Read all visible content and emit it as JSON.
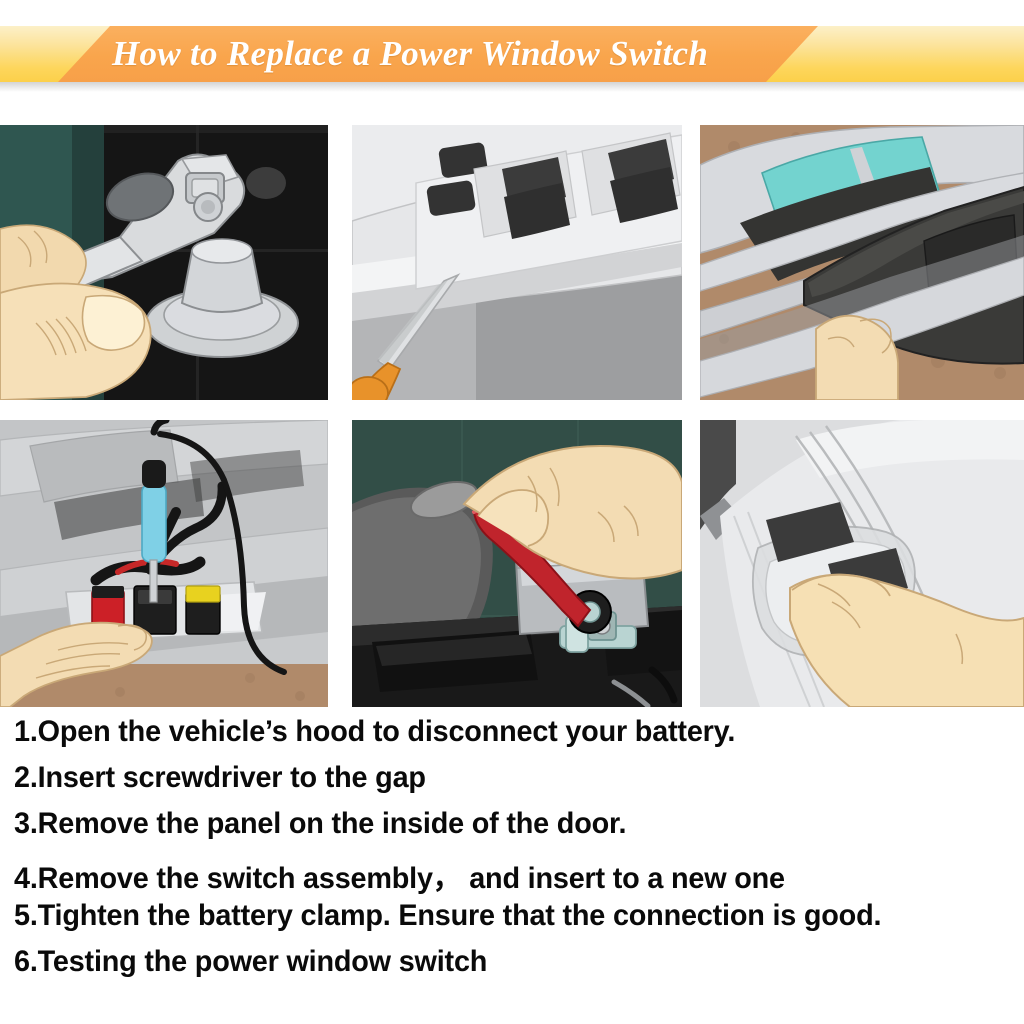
{
  "header": {
    "title": "How to Replace a Power Window Switch",
    "banner_yellow_top": "#fcf0c8",
    "banner_yellow_bottom": "#fcd04a",
    "banner_orange": "#f9a54c",
    "title_color": "#ffffff"
  },
  "panels": [
    {
      "id": "panel-1",
      "caption": "Hand holding a battery terminal clamp next to a battery post",
      "step_ref": 1,
      "colors": {
        "background": "#1d1d1d",
        "accent": "#2f5650",
        "metal": "#d9dbdd",
        "skin": "#f2d9ae"
      }
    },
    {
      "id": "panel-2",
      "caption": "Screwdriver inserted into the gap of the power window switch panel",
      "step_ref": 2,
      "colors": {
        "background": "#9a9a9a",
        "panel": "#e9eaec",
        "switch": "#373737",
        "handle": "#e8922a"
      }
    },
    {
      "id": "panel-3",
      "caption": "Removing the interior door panel from the car door",
      "step_ref": 3,
      "colors": {
        "background": "#b08a6a",
        "glass": "#73d3cf",
        "door_panel": "#3a3a38",
        "body": "#d8dade"
      }
    },
    {
      "id": "panel-4",
      "caption": "Hand holding the switch assembly with red, black and yellow connectors",
      "step_ref": 4,
      "colors": {
        "background": "#c3c5c7",
        "red_connector": "#cc2027",
        "yellow_connector": "#e8d21f",
        "tool": "#7fd0e6",
        "skin": "#f3dcb3"
      }
    },
    {
      "id": "panel-5",
      "caption": "Hand tightening the battery clamp with a red handled wrench",
      "step_ref": 5,
      "colors": {
        "background": "#35504a",
        "wrench": "#c0242c",
        "battery": "#1e1e1e",
        "skin": "#f3dcb3"
      }
    },
    {
      "id": "panel-6",
      "caption": "Finger pressing the black rocker window switch to test it",
      "step_ref": 6,
      "colors": {
        "background": "#dcdddf",
        "panel": "#f2f3f4",
        "switch": "#3b3b3b",
        "skin": "#f6e0b4"
      }
    }
  ],
  "steps": [
    {
      "number": "1.",
      "text": "Open the vehicle’s hood to disconnect your battery."
    },
    {
      "number": "2.",
      "text": "Insert screwdriver to the gap"
    },
    {
      "number": "3.",
      "text": "Remove the panel on the inside of the door."
    },
    {
      "number": "4.",
      "text": "Remove the switch assembly，  and insert to a new one"
    },
    {
      "number": "5.",
      "text": "Tighten the battery clamp. Ensure that the connection is good."
    },
    {
      "number": "6.",
      "text": "Testing the power window switch"
    }
  ],
  "steps_full": [
    "1.Open the vehicle’s hood to disconnect your battery.",
    "2.Insert screwdriver to the gap",
    "3.Remove the panel on the inside of the door.",
    "4.Remove the switch assembly，  and insert to a new one",
    "5.Tighten the battery clamp. Ensure that the connection is good.",
    "6.Testing the power window switch"
  ]
}
